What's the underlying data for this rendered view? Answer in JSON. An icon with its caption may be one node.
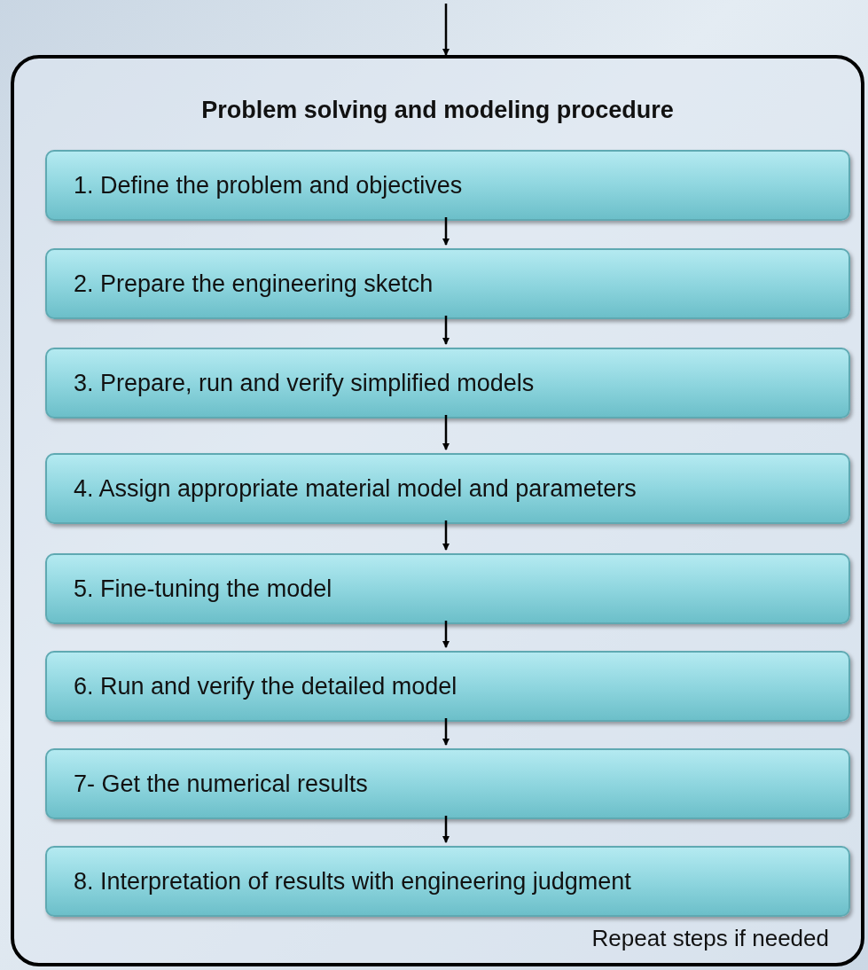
{
  "diagram": {
    "nodes": [
      {
        "text": [
          "Problem solving and modeling procedure",
          "Repeat steps if needed"
        ]
      },
      {
        "text": [
          "1. Define the problem and objectives"
        ],
        "in": 0
      },
      {
        "text": [
          "2. Prepare the engineering sketch"
        ],
        "in": 0
      },
      {
        "text": [
          "3. Prepare, run and verify simplified models"
        ],
        "in": 0
      },
      {
        "text": [
          "4. Assign appropriate material model and parameters"
        ],
        "in": 0
      },
      {
        "text": [
          "5. Fine-tuning the model"
        ],
        "in": 0
      },
      {
        "text": [
          "6. Run and verify the detailed model"
        ],
        "in": 0
      },
      {
        "text": [
          "7- Get the numerical results"
        ],
        "in": 0
      },
      {
        "text": [
          "8. Interpretation of results with engineering judgment"
        ],
        "in": 0
      }
    ],
    "edges": [
      {
        "from": null,
        "to": 0,
        "arrow": "to"
      },
      {
        "from": 1,
        "to": 2,
        "arrow": "to"
      },
      {
        "from": 2,
        "to": 3,
        "arrow": "to"
      },
      {
        "from": 3,
        "to": 4,
        "arrow": "to"
      },
      {
        "from": 4,
        "to": 5,
        "arrow": "to"
      },
      {
        "from": 5,
        "to": 6,
        "arrow": "to"
      },
      {
        "from": 6,
        "to": 7,
        "arrow": "to"
      },
      {
        "from": 7,
        "to": 8,
        "arrow": "to"
      }
    ]
  }
}
